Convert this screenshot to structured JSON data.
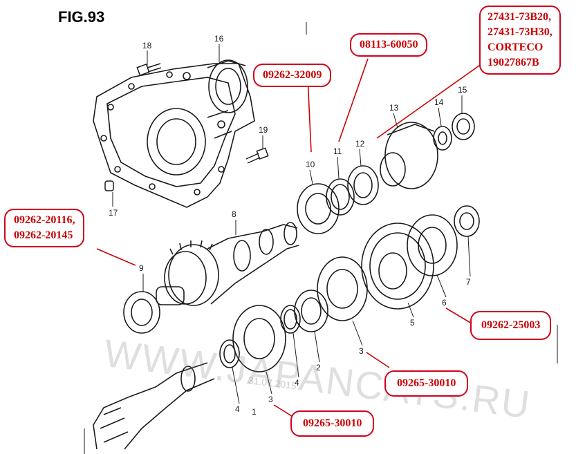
{
  "figure": {
    "title": "FIG.93"
  },
  "part_numbers": [
    "1",
    "2",
    "3",
    "3",
    "4",
    "4",
    "5",
    "6",
    "7",
    "8",
    "9",
    "10",
    "11",
    "12",
    "13",
    "14",
    "15",
    "16",
    "17",
    "18",
    "19"
  ],
  "callouts": {
    "part10": "09262-32009",
    "part11": "08113-60050",
    "part12_lines": [
      "27431-73B20,",
      "27431-73H30,",
      "CORTECO",
      "19027867B"
    ],
    "part9_lines": [
      "09262-20116,",
      "09262-20145"
    ],
    "part6": "09262-25003",
    "part3_upper": "09265-30010",
    "part3_lower": "09265-30010"
  },
  "watermark": {
    "text": "WWW.JAPANCATS.RU",
    "date": "31.07.2015"
  },
  "colors": {
    "callout_border": "#d0021b",
    "callout_text": "#cc0000",
    "drawing": "#1a1a1a",
    "leader": "#cc0000"
  }
}
